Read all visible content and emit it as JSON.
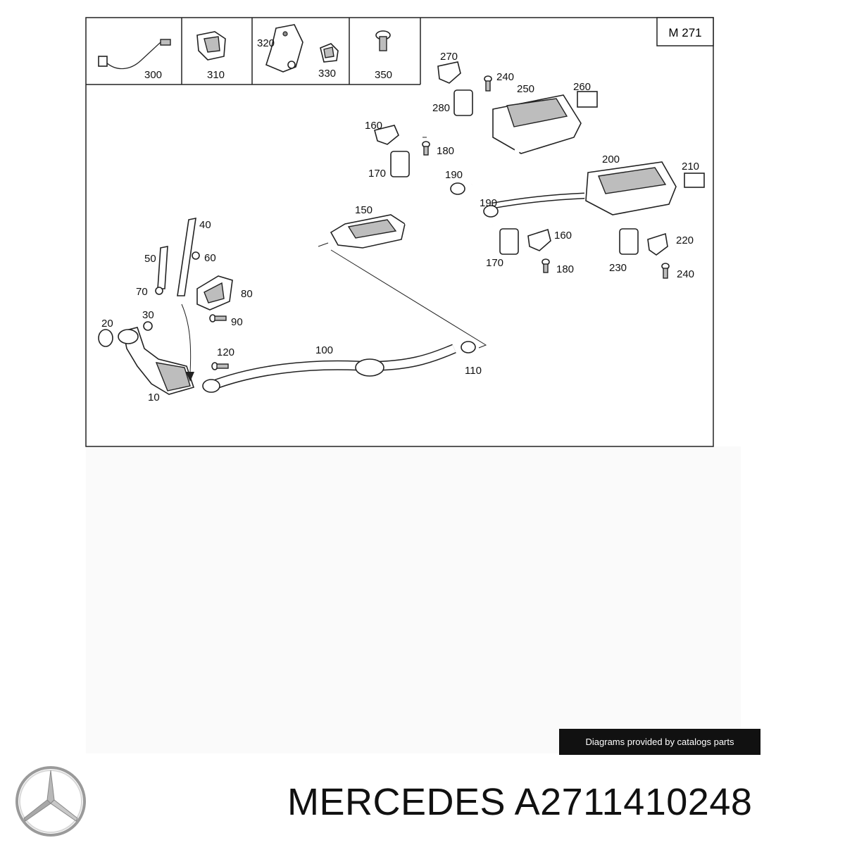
{
  "diagram": {
    "engine_code": "M 271",
    "header_labels": [
      "300",
      "310",
      "320",
      "330",
      "350"
    ],
    "part_labels": [
      "10",
      "20",
      "30",
      "40",
      "50",
      "60",
      "70",
      "80",
      "90",
      "100",
      "110",
      "120",
      "150",
      "160",
      "170",
      "180",
      "190",
      "200",
      "210",
      "220",
      "230",
      "240",
      "250",
      "260",
      "270",
      "280"
    ]
  },
  "credit_text": "Diagrams provided by catalogs parts",
  "title": "MERCEDES A2711410248",
  "logo_icon": "mercedes-star-icon",
  "colors": {
    "background": "#ffffff",
    "text": "#111111",
    "credit_bg": "#111111",
    "credit_text": "#ffffff"
  }
}
